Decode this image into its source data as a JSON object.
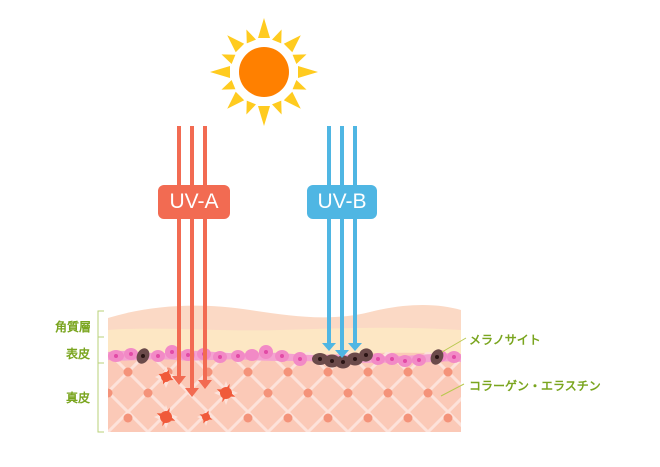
{
  "diagram": {
    "sun": {
      "core_color": "#ff8000",
      "ray_color": "#ffcb1f"
    },
    "rays": [
      {
        "id": "uva",
        "label": "UV-A",
        "color": "#f26b52",
        "penetration": "dermis"
      },
      {
        "id": "uvb",
        "label": "UV-B",
        "color": "#4fb6e3",
        "penetration": "epidermis"
      }
    ],
    "layers": [
      {
        "id": "stratum-corneum",
        "label": "角質層",
        "color": "#fbd9c5"
      },
      {
        "id": "epidermis",
        "label": "表皮",
        "color": "#fde7c4"
      },
      {
        "id": "dermis",
        "label": "真皮",
        "color": "#fbc9b7"
      }
    ],
    "annotations": [
      {
        "id": "melanocyte",
        "label": "メラノサイト"
      },
      {
        "id": "collagen-elastin",
        "label": "コラーゲン・エラスチン"
      }
    ],
    "label_color": "#7aa51f"
  }
}
